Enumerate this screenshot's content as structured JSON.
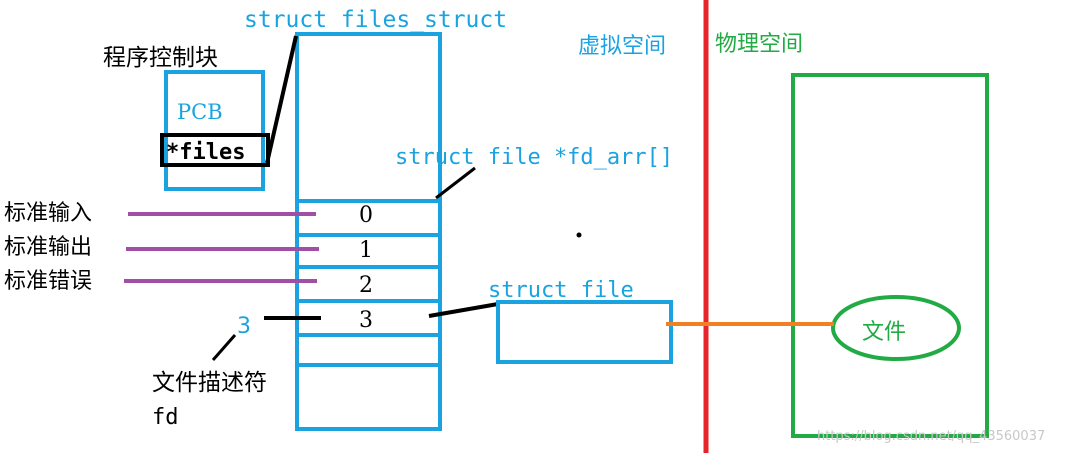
{
  "labels": {
    "files_struct": "struct files_struct",
    "pcb_title": "程序控制块",
    "pcb": "PCB",
    "files_ptr": "*files",
    "fd_arr": "struct file *fd_arr[]",
    "virtual_space": "虚拟空间",
    "physical_space": "物理空间",
    "stdin": "标准输入",
    "stdout": "标准输出",
    "stderr": "标准错误",
    "idx0": "0",
    "idx1": "1",
    "idx2": "2",
    "idx3": "3",
    "fd_value": "3",
    "fd_desc": "文件描述符",
    "fd": "fd",
    "struct_file": "struct file",
    "file": "文件",
    "watermark": "https://blog.csdn.net/qq_43560037"
  },
  "colors": {
    "blue": "#1aa3e0",
    "black": "#000000",
    "purple": "#a04fa4",
    "red": "#e8232a",
    "green": "#22aa44",
    "orange": "#f27f22"
  }
}
